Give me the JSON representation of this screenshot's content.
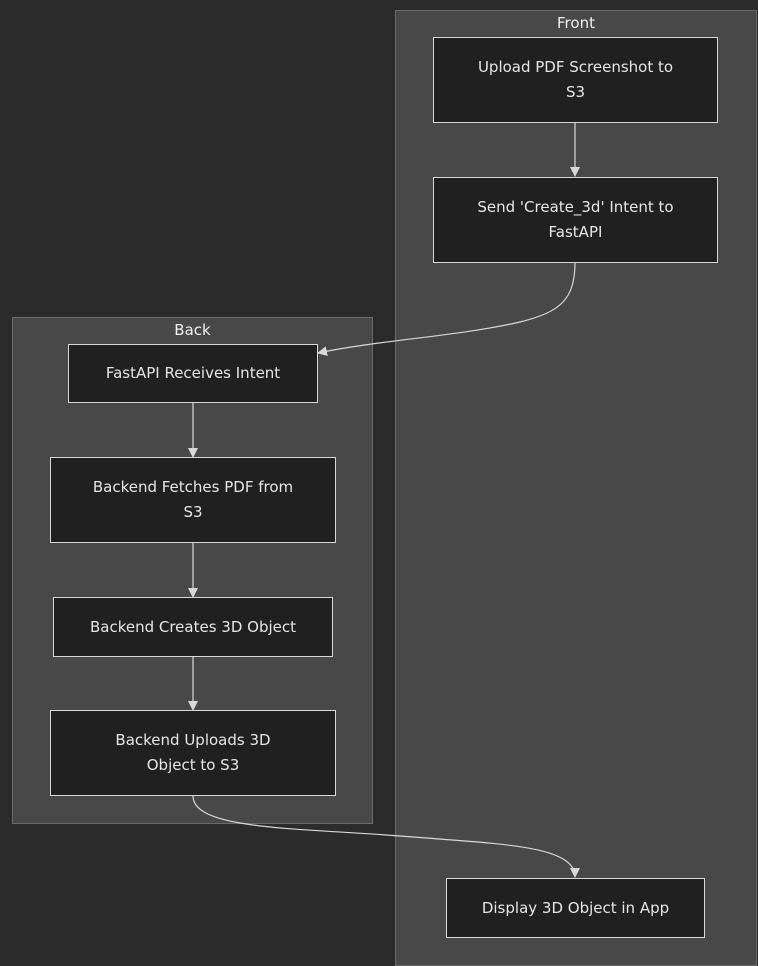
{
  "clusters": {
    "front": {
      "title": "Front"
    },
    "back": {
      "title": "Back"
    }
  },
  "nodes": {
    "upload_pdf": {
      "line1": "Upload PDF Screenshot to",
      "line2": "S3"
    },
    "send_intent": {
      "line1": "Send 'Create_3d' Intent to",
      "line2": "FastAPI"
    },
    "fastapi_receives": {
      "line1": "FastAPI Receives Intent"
    },
    "backend_fetches": {
      "line1": "Backend Fetches PDF from",
      "line2": "S3"
    },
    "backend_creates": {
      "line1": "Backend Creates 3D Object"
    },
    "backend_uploads": {
      "line1": "Backend Uploads 3D",
      "line2": "Object to S3"
    },
    "display_object": {
      "line1": "Display 3D Object in App"
    }
  },
  "colors": {
    "background": "#2b2b2b",
    "cluster_fill": "#484848",
    "node_fill": "#202020",
    "stroke": "#d8d8d8"
  }
}
